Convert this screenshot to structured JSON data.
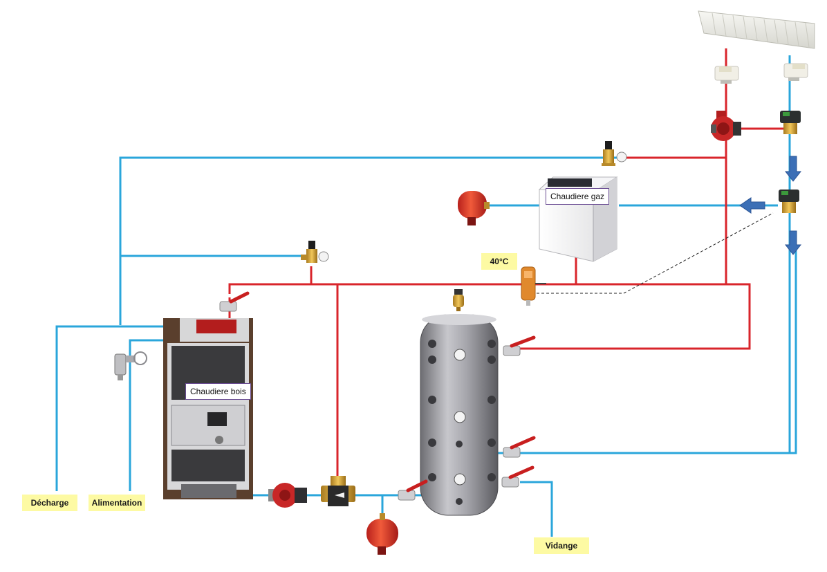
{
  "labels": {
    "gas_boiler": "Chaudiere gaz",
    "wood_boiler": "Chaudiere bois",
    "thermostat_temp": "40°C",
    "discharge": "Décharge",
    "supply": "Alimentation",
    "drain": "Vidange"
  },
  "colors": {
    "hot_pipe": "#d9252b",
    "cold_pipe": "#2aa6db",
    "label_bg": "#fdfaa3",
    "box_border": "#6a4c93"
  },
  "icons": [
    "radiator-icon",
    "thermostatic-valve-icon",
    "circulator-pump-icon",
    "motorized-valve-icon",
    "safety-valve-icon",
    "expansion-vessel-icon",
    "gas-boiler-icon",
    "wood-boiler-icon",
    "buffer-tank-icon",
    "ball-valve-icon",
    "air-vent-icon",
    "thermostat-icon",
    "three-way-valve-icon",
    "thermal-discharge-valve-icon",
    "flow-arrow-icon"
  ]
}
